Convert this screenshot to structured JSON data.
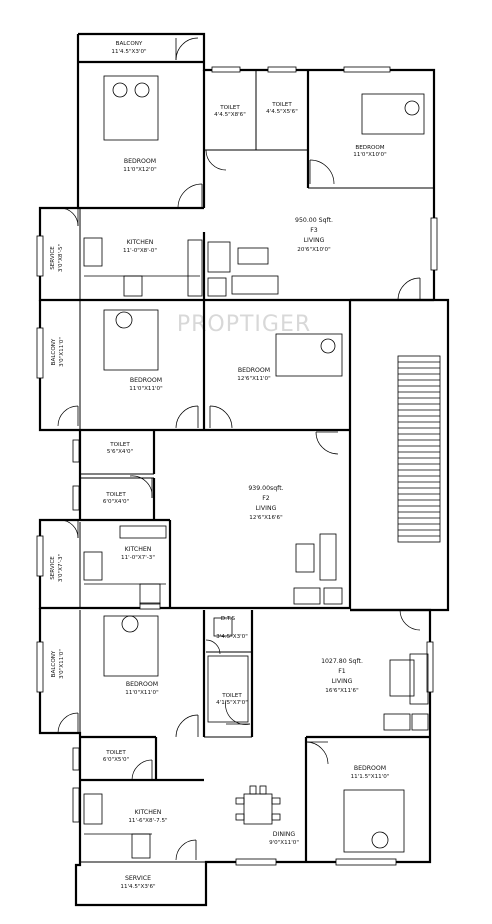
{
  "watermark": "PROPTIGER",
  "flats": {
    "f3": {
      "balcony": {
        "name": "BALCONY",
        "size": "11'4.5\"X3'0\""
      },
      "bedroom_left": {
        "name": "BEDROOM",
        "size": "11'0\"X12'0\""
      },
      "toilet_1": {
        "name": "TOILET",
        "size": "4'4.5\"X8'6\""
      },
      "toilet_2": {
        "name": "TOILET",
        "size": "4'4.5\"X5'6\""
      },
      "bedroom_right": {
        "name": "BEDROOM",
        "size": "11'0\"X10'0\""
      },
      "area": "950.00 Sqft.",
      "flat_no": "F3",
      "living": {
        "name": "LIVING",
        "size": "20'6\"X10'0\""
      },
      "kitchen": {
        "name": "KITCHEN",
        "size": "11'-0\"X8'-0\""
      },
      "service": {
        "name": "SERVICE",
        "size": "3'0\"X8'-5\""
      }
    },
    "f2": {
      "balcony": {
        "name": "BALCONY",
        "size": "3'0\"X11'0\""
      },
      "bedroom_left": {
        "name": "BEDROOM",
        "size": "11'0\"X11'0\""
      },
      "bedroom_right": {
        "name": "BEDROOM",
        "size": "12'6\"X11'0\""
      },
      "toilet_1": {
        "name": "TOILET",
        "size": "5'6\"X4'0\""
      },
      "toilet_2": {
        "name": "TOILET",
        "size": "6'0\"X4'0\""
      },
      "area": "939.00sqft.",
      "flat_no": "F2",
      "living": {
        "name": "LIVING",
        "size": "12'6\"X16'6\""
      },
      "kitchen": {
        "name": "KITCHEN",
        "size": "11'-0\"X7'-3\""
      },
      "service": {
        "name": "SERVICE",
        "size": "3'0\"X7'-3\""
      }
    },
    "f1": {
      "dts": {
        "name": "D.T.S",
        "size": "3'4.5\"X3'0\""
      },
      "balcony": {
        "name": "BALCONY",
        "size": "3'0\"X11'0\""
      },
      "bedroom_left": {
        "name": "BEDROOM",
        "size": "11'0\"X11'0\""
      },
      "toilet_1": {
        "name": "TOILET",
        "size": "4'1.5\"X7'0\""
      },
      "area": "1027.80 Sqft.",
      "flat_no": "F1",
      "living": {
        "name": "LIVING",
        "size": "16'6\"X11'6\""
      },
      "toilet_2": {
        "name": "TOILET",
        "size": "6'0\"X5'0\""
      },
      "bedroom_right": {
        "name": "BEDROOM",
        "size": "11'1.5\"X11'0\""
      },
      "kitchen": {
        "name": "KITCHEN",
        "size": "11'-6\"X8'-7.5\""
      },
      "dining": {
        "name": "DINING",
        "size": "9'0\"X11'0\""
      },
      "service": {
        "name": "SERVICE",
        "size": "11'4.5\"X3'6\""
      }
    }
  }
}
